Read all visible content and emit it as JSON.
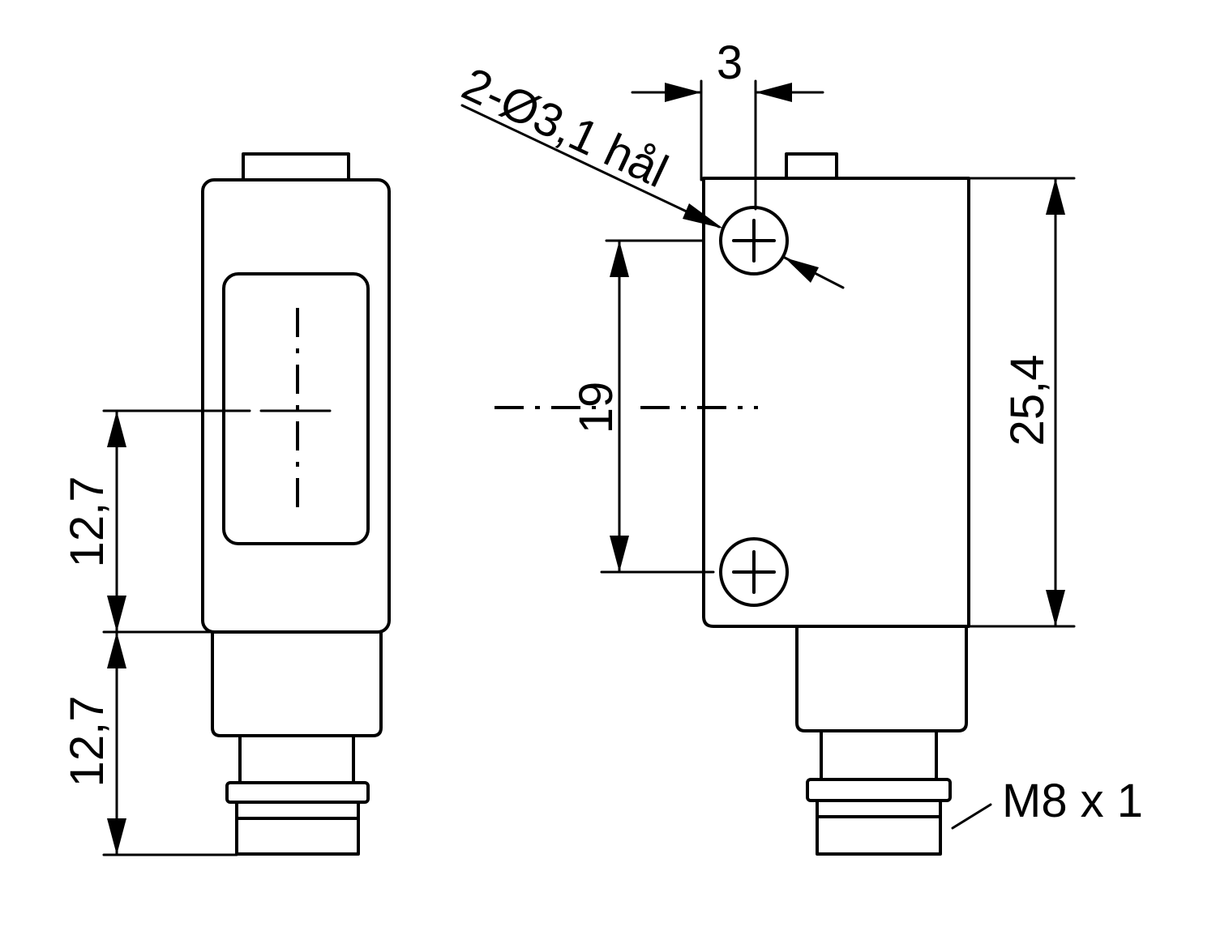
{
  "labels": {
    "hole_callout": "2-Ø3,1 hål",
    "hole_spacing_top": "3",
    "hole_pitch": "19",
    "body_height": "25,4",
    "lens_center_height": "12,7",
    "connector_height": "12,7",
    "thread": "M8 x 1"
  }
}
